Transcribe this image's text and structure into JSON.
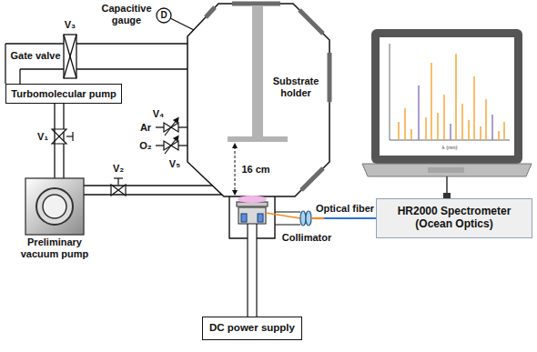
{
  "diagram": {
    "nodes": [
      {
        "text": [
          "Capacitive gauge",
          "D"
        ]
      },
      {
        "text": [
          "Gate valve"
        ]
      },
      {
        "text": [
          "Turbomolecular pump"
        ]
      },
      {
        "text": [
          "Preliminary vacuum pump"
        ]
      },
      {
        "text": [
          "HR2000 Spectrometer (Ocean Optics)"
        ]
      },
      {
        "text": [
          "DC power supply"
        ]
      }
    ],
    "edges": [
      {
        "from": 1,
        "to": 2,
        "arrow": "none"
      },
      {
        "from": 2,
        "to": 3,
        "arrow": "none"
      }
    ],
    "labels": [
      "V₃",
      "V₁",
      "V₂",
      "Ar",
      "V₄",
      "O₂",
      "V₅",
      "Substrate holder",
      "16 cm",
      "Optical fiber",
      "Collimator",
      "λ (nm)"
    ]
  }
}
